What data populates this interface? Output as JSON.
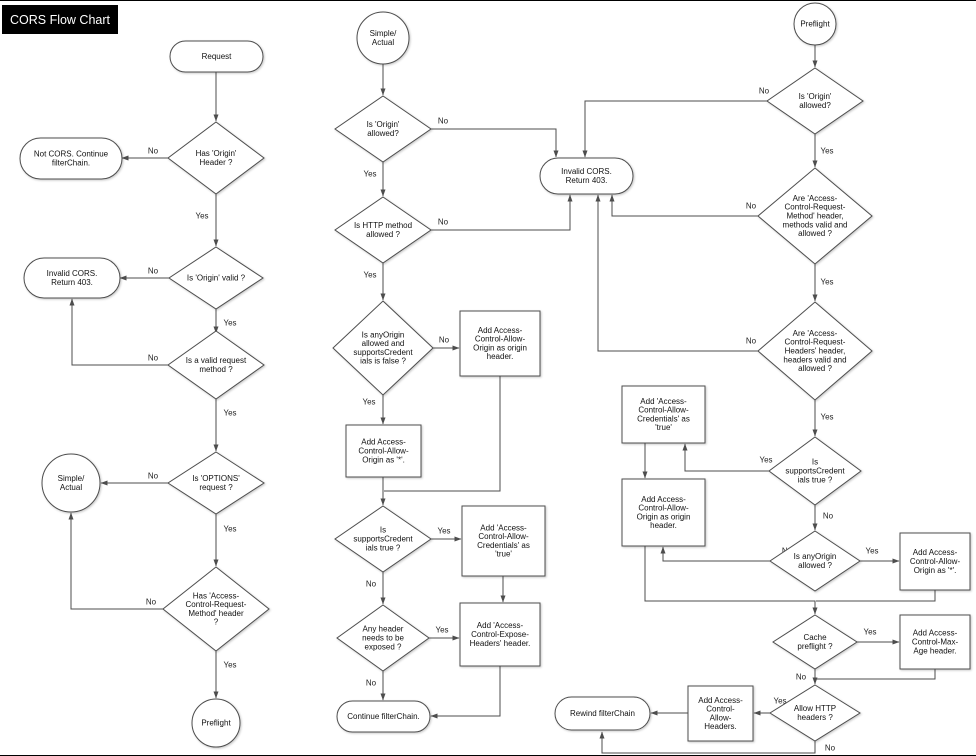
{
  "title": "CORS Flow Chart",
  "colors": {
    "title_bg": "#000000",
    "title_fg": "#ffffff",
    "shape_fill": "#ffffff",
    "line": "#4d4d4d"
  },
  "diagram": {
    "nodes": [
      {
        "id": "request",
        "shape": "terminator",
        "lines": [
          "Request"
        ]
      },
      {
        "id": "has_origin",
        "shape": "decision",
        "lines": [
          "Has 'Origin'",
          "Header ?"
        ]
      },
      {
        "id": "not_cors",
        "shape": "terminator",
        "lines": [
          "Not CORS. Continue",
          "filterChain."
        ]
      },
      {
        "id": "origin_valid",
        "shape": "decision",
        "lines": [
          "Is 'Origin' valid ?"
        ]
      },
      {
        "id": "invalid_left",
        "shape": "terminator",
        "lines": [
          "Invalid CORS.",
          "Return 403."
        ]
      },
      {
        "id": "valid_method",
        "shape": "decision",
        "lines": [
          "Is a valid request",
          "method ?"
        ]
      },
      {
        "id": "options_req",
        "shape": "decision",
        "lines": [
          "Is 'OPTIONS'",
          "request ?"
        ]
      },
      {
        "id": "simple_left",
        "shape": "connector",
        "lines": [
          "Simple/",
          "Actual"
        ]
      },
      {
        "id": "has_acrm",
        "shape": "decision",
        "lines": [
          "Has 'Access-",
          "Control-Request-",
          "Method' header",
          "?"
        ]
      },
      {
        "id": "preflight_left",
        "shape": "connector",
        "lines": [
          "Preflight"
        ]
      },
      {
        "id": "simple_mid",
        "shape": "connector",
        "lines": [
          "Simple/",
          "Actual"
        ]
      },
      {
        "id": "m_origin_allowed",
        "shape": "decision",
        "lines": [
          "Is 'Origin'",
          "allowed?"
        ]
      },
      {
        "id": "invalid_mid",
        "shape": "terminator",
        "lines": [
          "Invalid CORS.",
          "Return 403."
        ]
      },
      {
        "id": "m_method_allowed",
        "shape": "decision",
        "lines": [
          "Is HTTP method",
          "allowed ?"
        ]
      },
      {
        "id": "m_anyorigin_cred",
        "shape": "decision",
        "lines": [
          "Is anyOrigin",
          "allowed and",
          "supportsCredent",
          "ials is false ?"
        ]
      },
      {
        "id": "m_add_origin_hdr",
        "shape": "process",
        "lines": [
          "Add Access-",
          "Control-Allow-",
          "Origin as origin",
          "header."
        ]
      },
      {
        "id": "m_add_star",
        "shape": "process",
        "lines": [
          "Add Access-",
          "Control-Allow-",
          "Origin as '*'."
        ]
      },
      {
        "id": "m_supports_cred",
        "shape": "decision",
        "lines": [
          "Is",
          "supportsCredent",
          "ials true ?"
        ]
      },
      {
        "id": "m_add_cred",
        "shape": "process",
        "lines": [
          "Add 'Access-",
          "Control-Allow-",
          "Credentials' as",
          "'true'"
        ]
      },
      {
        "id": "m_any_header",
        "shape": "decision",
        "lines": [
          "Any header",
          "needs to be",
          "exposed ?"
        ]
      },
      {
        "id": "m_add_expose",
        "shape": "process",
        "lines": [
          "Add 'Access-",
          "Control-Expose-",
          "Headers' header."
        ]
      },
      {
        "id": "continue_fc",
        "shape": "terminator",
        "lines": [
          "Continue filterChain."
        ]
      },
      {
        "id": "preflight_right",
        "shape": "connector",
        "lines": [
          "Preflight"
        ]
      },
      {
        "id": "r_origin_allowed",
        "shape": "decision",
        "lines": [
          "Is 'Origin'",
          "allowed?"
        ]
      },
      {
        "id": "r_acrm",
        "shape": "decision",
        "lines": [
          "Are 'Access-",
          "Control-Request-",
          "Method' header,",
          "methods valid and",
          "allowed ?"
        ]
      },
      {
        "id": "r_acrh",
        "shape": "decision",
        "lines": [
          "Are 'Access-",
          "Control-Request-",
          "Headers' header,",
          "headers valid and",
          "allowed ?"
        ]
      },
      {
        "id": "r_supports_cred",
        "shape": "decision",
        "lines": [
          "Is",
          "supportsCredent",
          "ials true ?"
        ]
      },
      {
        "id": "r_add_cred",
        "shape": "process",
        "lines": [
          "Add 'Access-",
          "Control-Allow-",
          "Credentials' as",
          "'true'"
        ]
      },
      {
        "id": "r_add_origin_hdr",
        "shape": "process",
        "lines": [
          "Add Access-",
          "Control-Allow-",
          "Origin as origin",
          "header."
        ]
      },
      {
        "id": "r_anyorigin",
        "shape": "decision",
        "lines": [
          "Is anyOrigin",
          "allowed ?"
        ]
      },
      {
        "id": "r_add_star",
        "shape": "process",
        "lines": [
          "Add Access-",
          "Control-Allow-",
          "Origin as '*'."
        ]
      },
      {
        "id": "r_cache",
        "shape": "decision",
        "lines": [
          "Cache",
          "preflight ?"
        ]
      },
      {
        "id": "r_max_age",
        "shape": "process",
        "lines": [
          "Add Access-",
          "Control-Max-",
          "Age header."
        ]
      },
      {
        "id": "r_allow_http",
        "shape": "decision",
        "lines": [
          "Allow HTTP",
          "headers ?"
        ]
      },
      {
        "id": "r_add_allow_hdrs",
        "shape": "process",
        "lines": [
          "Add Access-",
          "Control-",
          "Allow-",
          "Headers."
        ]
      },
      {
        "id": "rewind_fc",
        "shape": "terminator",
        "lines": [
          "Rewind filterChain"
        ]
      }
    ],
    "edges": [
      {
        "id": "e1",
        "from": "request",
        "to": "has_origin"
      },
      {
        "id": "e2",
        "from": "has_origin",
        "to": "not_cors",
        "label": "No"
      },
      {
        "id": "e3",
        "from": "has_origin",
        "to": "origin_valid",
        "label": "Yes"
      },
      {
        "id": "e4",
        "from": "origin_valid",
        "to": "invalid_left",
        "label": "No"
      },
      {
        "id": "e5",
        "from": "origin_valid",
        "to": "valid_method",
        "label": "Yes"
      },
      {
        "id": "e6",
        "from": "valid_method",
        "to": "invalid_left",
        "label": "No"
      },
      {
        "id": "e7",
        "from": "valid_method",
        "to": "options_req",
        "label": "Yes"
      },
      {
        "id": "e8",
        "from": "options_req",
        "to": "simple_left",
        "label": "No"
      },
      {
        "id": "e9",
        "from": "options_req",
        "to": "has_acrm",
        "label": "Yes"
      },
      {
        "id": "e10",
        "from": "has_acrm",
        "to": "simple_left",
        "label": "No"
      },
      {
        "id": "e11",
        "from": "has_acrm",
        "to": "preflight_left",
        "label": "Yes"
      },
      {
        "id": "e12",
        "from": "simple_mid",
        "to": "m_origin_allowed"
      },
      {
        "id": "e13",
        "from": "m_origin_allowed",
        "to": "invalid_mid",
        "label": "No"
      },
      {
        "id": "e14",
        "from": "m_origin_allowed",
        "to": "m_method_allowed",
        "label": "Yes"
      },
      {
        "id": "e15",
        "from": "m_method_allowed",
        "to": "invalid_mid",
        "label": "No"
      },
      {
        "id": "e16",
        "from": "m_method_allowed",
        "to": "m_anyorigin_cred",
        "label": "Yes"
      },
      {
        "id": "e17",
        "from": "m_anyorigin_cred",
        "to": "m_add_origin_hdr",
        "label": "No"
      },
      {
        "id": "e18",
        "from": "m_anyorigin_cred",
        "to": "m_add_star",
        "label": "Yes"
      },
      {
        "id": "e19",
        "from": "m_add_origin_hdr",
        "to": "m_supports_cred"
      },
      {
        "id": "e20",
        "from": "m_add_star",
        "to": "m_supports_cred"
      },
      {
        "id": "e21",
        "from": "m_supports_cred",
        "to": "m_add_cred",
        "label": "Yes"
      },
      {
        "id": "e22",
        "from": "m_supports_cred",
        "to": "m_any_header",
        "label": "No"
      },
      {
        "id": "e23",
        "from": "m_add_cred",
        "to": "m_add_expose"
      },
      {
        "id": "e24",
        "from": "m_any_header",
        "to": "m_add_expose",
        "label": "Yes"
      },
      {
        "id": "e25",
        "from": "m_any_header",
        "to": "continue_fc",
        "label": "No"
      },
      {
        "id": "e26",
        "from": "m_add_expose",
        "to": "continue_fc"
      },
      {
        "id": "e27",
        "from": "preflight_right",
        "to": "r_origin_allowed"
      },
      {
        "id": "e28",
        "from": "r_origin_allowed",
        "to": "invalid_mid",
        "label": "No"
      },
      {
        "id": "e29",
        "from": "r_origin_allowed",
        "to": "r_acrm",
        "label": "Yes"
      },
      {
        "id": "e30",
        "from": "r_acrm",
        "to": "invalid_mid",
        "label": "No"
      },
      {
        "id": "e31",
        "from": "r_acrm",
        "to": "r_acrh",
        "label": "Yes"
      },
      {
        "id": "e32",
        "from": "r_acrh",
        "to": "invalid_mid",
        "label": "No"
      },
      {
        "id": "e33",
        "from": "r_acrh",
        "to": "r_supports_cred",
        "label": "Yes"
      },
      {
        "id": "e34",
        "from": "r_supports_cred",
        "to": "r_add_cred",
        "label": "Yes"
      },
      {
        "id": "e35",
        "from": "r_supports_cred",
        "to": "r_anyorigin",
        "label": "No"
      },
      {
        "id": "e36",
        "from": "r_add_cred",
        "to": "r_add_origin_hdr"
      },
      {
        "id": "e37",
        "from": "r_anyorigin",
        "to": "r_add_star",
        "label": "Yes"
      },
      {
        "id": "e38",
        "from": "r_anyorigin",
        "to": "r_add_origin_hdr",
        "label": "No"
      },
      {
        "id": "e39",
        "from": "r_add_origin_hdr",
        "to": "r_cache"
      },
      {
        "id": "e40",
        "from": "r_add_star",
        "to": "r_cache"
      },
      {
        "id": "e41",
        "from": "r_cache",
        "to": "r_allow_http",
        "label": "No"
      },
      {
        "id": "e42",
        "from": "r_cache",
        "to": "r_max_age",
        "label": "Yes"
      },
      {
        "id": "e44",
        "from": "r_max_age",
        "to": "r_allow_http"
      },
      {
        "id": "e45",
        "from": "r_allow_http",
        "to": "r_add_allow_hdrs",
        "label": "Yes"
      },
      {
        "id": "e46",
        "from": "r_add_allow_hdrs",
        "to": "rewind_fc"
      },
      {
        "id": "e47",
        "from": "r_allow_http",
        "to": "rewind_fc",
        "label": "No"
      }
    ]
  }
}
